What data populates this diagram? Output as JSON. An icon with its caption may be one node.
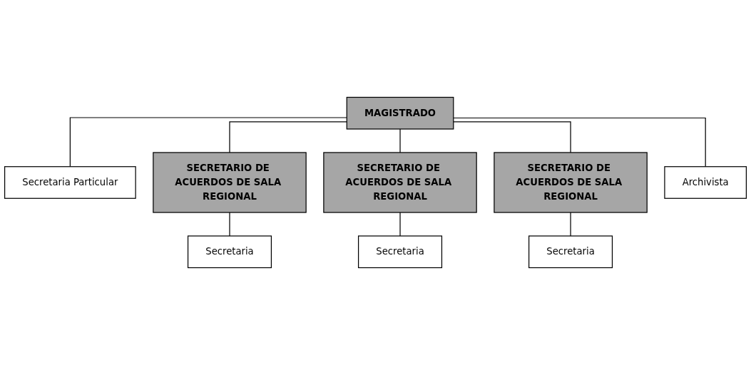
{
  "diagram": {
    "nodes": [
      {
        "text": [
          "MAGISTRADO"
        ]
      },
      {
        "text": [
          "Secretaria Particular"
        ]
      },
      {
        "text": [
          "SECRETARIO DE ACUERDOS DE SALA REGIONAL"
        ]
      },
      {
        "text": [
          "SECRETARIO DE ACUERDOS DE SALA REGIONAL"
        ]
      },
      {
        "text": [
          "SECRETARIO DE ACUERDOS DE SALA REGIONAL"
        ]
      },
      {
        "text": [
          "Secretaria"
        ]
      },
      {
        "text": [
          "Secretaria"
        ]
      },
      {
        "text": [
          "Secretaria"
        ]
      },
      {
        "text": [
          "Archivista"
        ]
      }
    ],
    "edges": [
      {
        "from": 0,
        "to": 1,
        "arrow": "none"
      },
      {
        "from": 0,
        "to": 2,
        "arrow": "none"
      },
      {
        "from": 0,
        "to": 3,
        "arrow": "none"
      },
      {
        "from": 0,
        "to": 4,
        "arrow": "none"
      },
      {
        "from": 0,
        "to": 8,
        "arrow": "none"
      },
      {
        "from": 2,
        "to": 5,
        "arrow": "none"
      },
      {
        "from": 3,
        "to": 6,
        "arrow": "none"
      },
      {
        "from": 4,
        "to": 7,
        "arrow": "none"
      }
    ]
  }
}
